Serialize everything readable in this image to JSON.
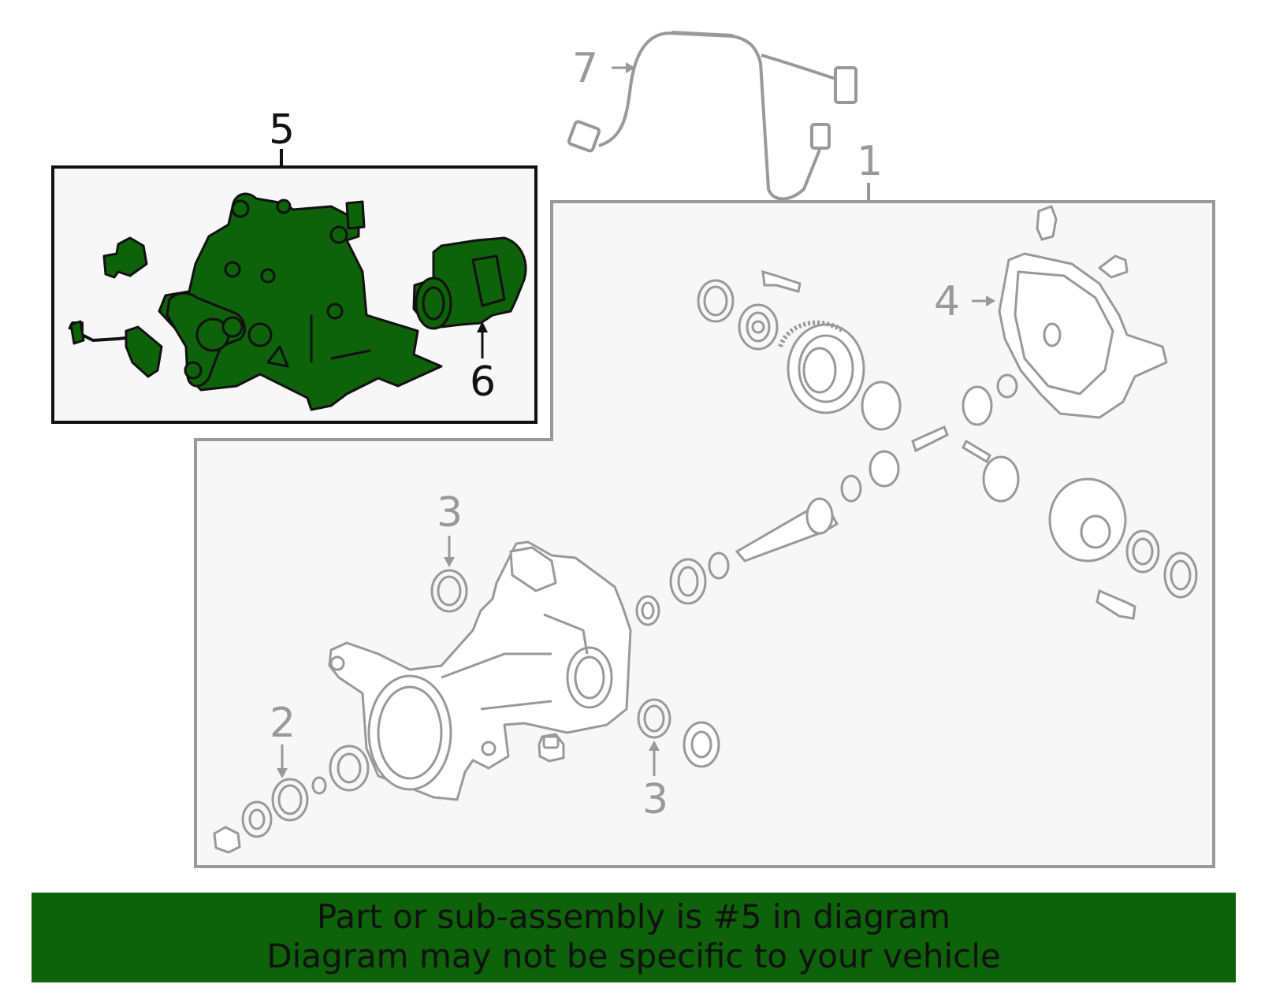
{
  "diagram": {
    "callouts": {
      "c1": "1",
      "c2": "2",
      "c3a": "3",
      "c3b": "3",
      "c4": "4",
      "c5": "5",
      "c6": "6",
      "c7": "7"
    }
  },
  "notice": {
    "line1": "Part or sub-assembly is #5 in diagram",
    "line2": "Diagram may not be specific to your vehicle"
  },
  "colors": {
    "highlight": "#0d620a",
    "outline": "#999999",
    "panel": "#f7f7f7"
  }
}
